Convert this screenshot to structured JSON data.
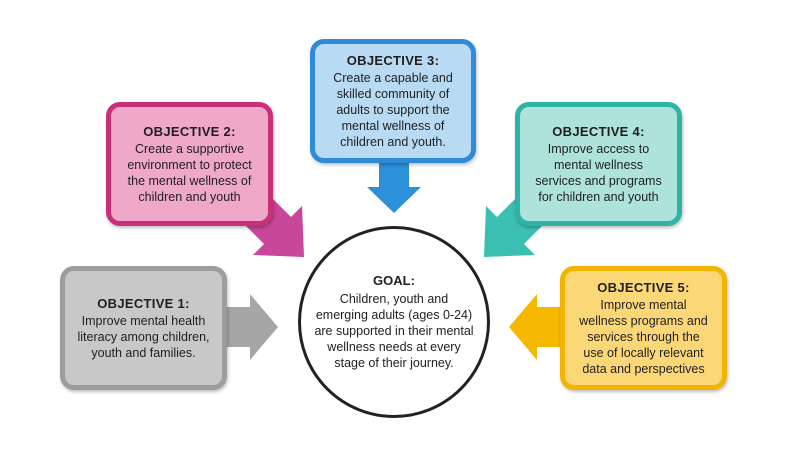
{
  "colors": {
    "obj1": {
      "fill": "#c8c8c8",
      "border": "#9d9d9d",
      "arrow": "#a6a6a6"
    },
    "obj2": {
      "fill": "#f0a8c9",
      "border": "#c8317a",
      "arrow": "#c9479a"
    },
    "obj3": {
      "fill": "#b9daf3",
      "border": "#2f8ad8",
      "arrow": "#2d91d9"
    },
    "obj4": {
      "fill": "#aee3dc",
      "border": "#2fb3a5",
      "arrow": "#3bbfb2"
    },
    "obj5": {
      "fill": "#fcd778",
      "border": "#f3b400",
      "arrow": "#f5b700"
    },
    "goal_border": "#222222"
  },
  "goal": {
    "title": "GOAL:",
    "lines": [
      "Children, youth and",
      "emerging adults (ages 0-24)",
      "are supported in their mental",
      "wellness needs at every",
      "stage of their journey."
    ]
  },
  "objectives": [
    {
      "title": "OBJECTIVE 1:",
      "lines": [
        "Improve mental health",
        "literacy among children,",
        "youth and families."
      ]
    },
    {
      "title": "OBJECTIVE 2:",
      "lines": [
        "Create a supportive",
        "environment to protect",
        "the mental wellness of",
        "children and youth"
      ]
    },
    {
      "title": "OBJECTIVE 3:",
      "lines": [
        "Create a capable and",
        "skilled community of",
        "adults to support the",
        "mental wellness of",
        "children and youth."
      ]
    },
    {
      "title": "OBJECTIVE 4:",
      "lines": [
        "Improve access to",
        "mental wellness",
        "services and programs",
        "for children and youth"
      ]
    },
    {
      "title": "OBJECTIVE 5:",
      "lines": [
        "Improve mental",
        "wellness programs and",
        "services through the",
        "use of locally relevant",
        "data and perspectives"
      ]
    }
  ]
}
